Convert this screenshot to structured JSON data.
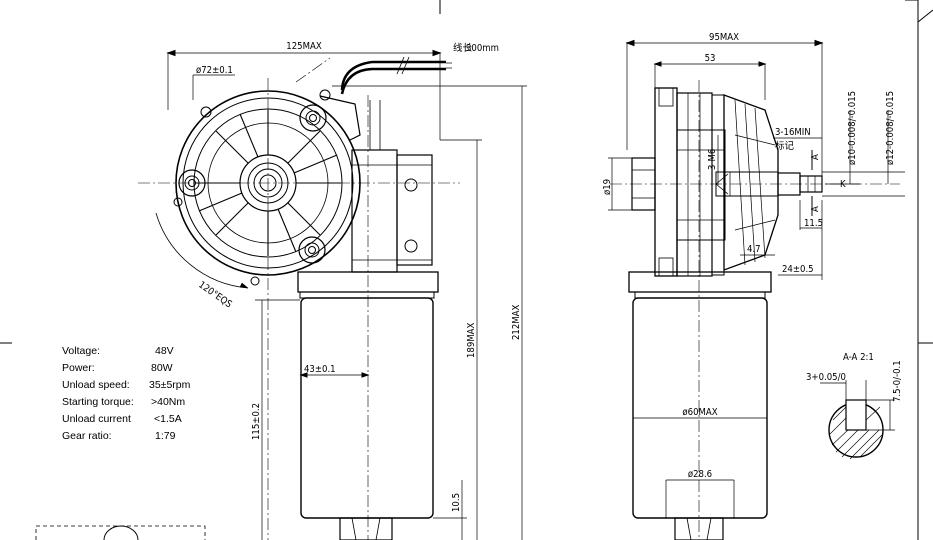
{
  "front_view": {
    "dim_width": "125MAX",
    "dim_flange": "ø72±0.1",
    "dim_cable": "300mm",
    "cable_prefix": "线长",
    "dim_angle": "120°EQS",
    "dim_offset": "43±0.1",
    "dim_height_1": "115±0.2",
    "dim_height_2": "189MAX",
    "dim_height_3": "212MAX",
    "dim_bottom": "10.5"
  },
  "side_view": {
    "dim_width": "95MAX",
    "dim_depth": "53",
    "dim_thread": "3-M6",
    "dim_boss": "ø19",
    "dim_shaft_len": "3-16MIN",
    "dim_shaft_d1": "ø10-0.008/-0.015",
    "dim_shaft_d2": "ø12-0.008/-0.015",
    "dim_tip": "11.5",
    "dim_k": "K",
    "dim_47": "4.7",
    "dim_24": "24±0.5",
    "dim_body": "ø60MAX",
    "dim_bottom_d": "ø28.6",
    "section_a": "A",
    "material_mark": "标记"
  },
  "section": {
    "title": "A-A   2:1",
    "key_width": "3+0.05/0",
    "key_depth": "7.5-0/-0.1"
  },
  "specs": [
    {
      "label": "Voltage:",
      "value": "48V"
    },
    {
      "label": "Power:",
      "value": "80W"
    },
    {
      "label": "Unload speed:",
      "value": "35±5rpm"
    },
    {
      "label": "Starting torque:",
      "value": ">40Nm"
    },
    {
      "label": "Unload current",
      "value": "<1.5A"
    },
    {
      "label": "Gear ratio:",
      "value": "1:79"
    }
  ]
}
